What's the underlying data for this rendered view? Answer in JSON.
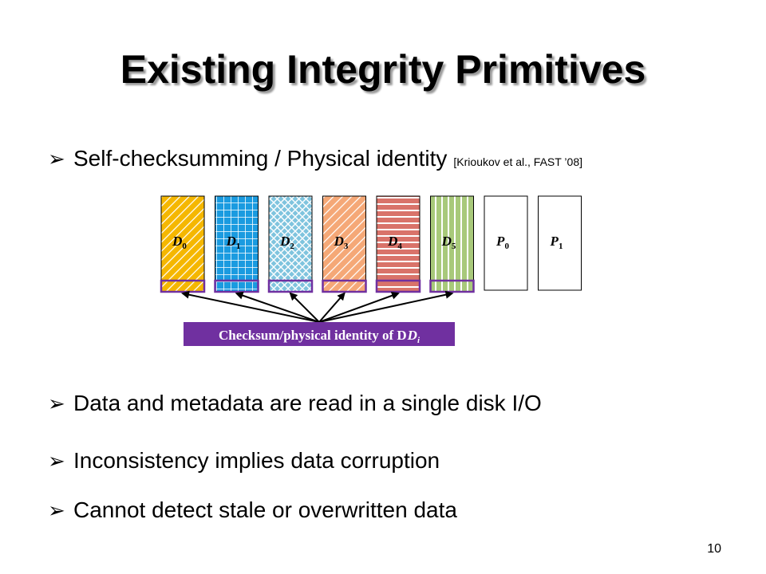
{
  "slide": {
    "title": "Existing Integrity Primitives",
    "page_number": "10"
  },
  "bullets": [
    {
      "text": "Self-checksumming / Physical identity",
      "citation": "[Krioukov et al., FAST ’08]"
    },
    {
      "text": "Data and metadata are read in a single disk I/O"
    },
    {
      "text": "Inconsistency implies data corruption"
    },
    {
      "text": "Cannot detect stale or overwritten data"
    }
  ],
  "bullet_icon": "arrow-bullet-icon",
  "diagram": {
    "blocks": [
      {
        "label": "D",
        "sub": "0",
        "pattern": "diagonal-stripes",
        "color": "#f5b700",
        "has_checksum": true
      },
      {
        "label": "D",
        "sub": "1",
        "pattern": "grid",
        "color": "#1a9be0",
        "has_checksum": true
      },
      {
        "label": "D",
        "sub": "2",
        "pattern": "crosshatch",
        "color": "#7fc4de",
        "has_checksum": true
      },
      {
        "label": "D",
        "sub": "3",
        "pattern": "diagonal-stripes",
        "color": "#f5a877",
        "has_checksum": true
      },
      {
        "label": "D",
        "sub": "4",
        "pattern": "horizontal-stripes",
        "color": "#d9736a",
        "has_checksum": true
      },
      {
        "label": "D",
        "sub": "5",
        "pattern": "vertical-stripes",
        "color": "#a8c97a",
        "has_checksum": true
      },
      {
        "label": "P",
        "sub": "0",
        "pattern": "none",
        "color": "#ffffff",
        "has_checksum": false
      },
      {
        "label": "P",
        "sub": "1",
        "pattern": "none",
        "color": "#ffffff",
        "has_checksum": false
      }
    ],
    "caption_text": "Checksum/physical identity of D",
    "caption_sub": "i",
    "caption_bg": "#7030a0",
    "checksum_border": "#7030a0"
  }
}
